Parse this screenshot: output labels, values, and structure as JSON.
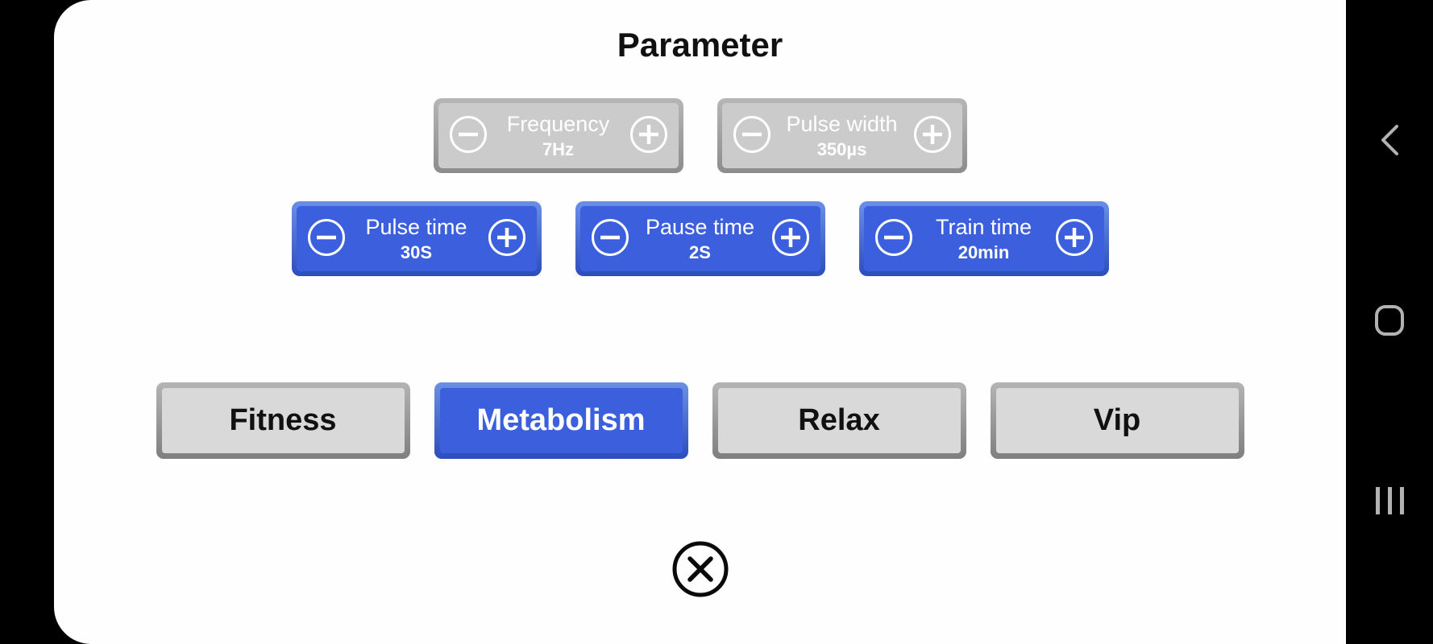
{
  "title": "Parameter",
  "colors": {
    "accent_blue": "#3c60dd",
    "disabled_gray": "#cbcbcb",
    "mode_gray": "#d9d9d9",
    "screen_bg": "#fefefe",
    "navbar_bg": "#000000",
    "nav_icon_gray": "#b2b2b2"
  },
  "controls": {
    "disabled": [
      {
        "label": "Frequency",
        "value": "7Hz"
      },
      {
        "label": "Pulse width",
        "value": "350µs"
      }
    ],
    "active": [
      {
        "label": "Pulse time",
        "value": "30S"
      },
      {
        "label": "Pause time",
        "value": "2S"
      },
      {
        "label": "Train time",
        "value": "20min"
      }
    ]
  },
  "modes": [
    {
      "label": "Fitness",
      "selected": false
    },
    {
      "label": "Metabolism",
      "selected": true
    },
    {
      "label": "Relax",
      "selected": false
    },
    {
      "label": "Vip",
      "selected": false
    }
  ]
}
